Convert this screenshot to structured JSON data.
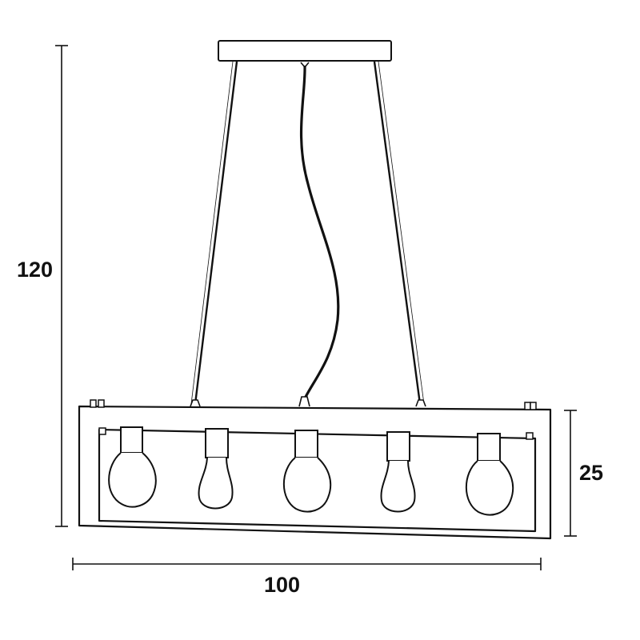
{
  "dimensions": {
    "height": "120",
    "frame_height": "25",
    "width": "100"
  },
  "colors": {
    "line": "#111111",
    "background": "#ffffff"
  }
}
